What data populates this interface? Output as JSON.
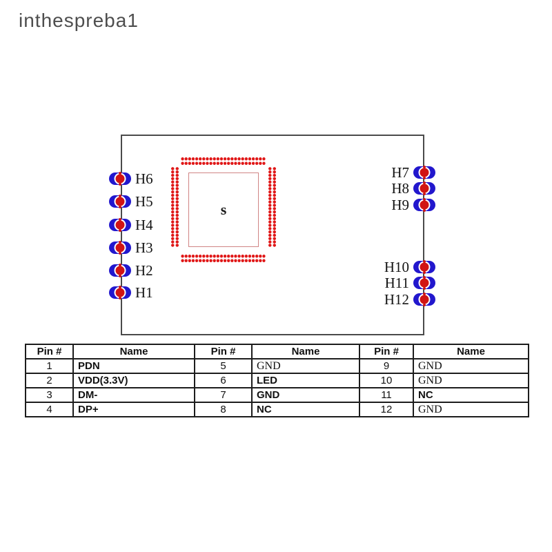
{
  "watermark": {
    "text": "inthespreba1"
  },
  "board": {
    "left_pads": [
      {
        "label": "H6"
      },
      {
        "label": "H5"
      },
      {
        "label": "H4"
      },
      {
        "label": "H3"
      },
      {
        "label": "H2"
      },
      {
        "label": "H1"
      }
    ],
    "right_pads": [
      {
        "label": "H7"
      },
      {
        "label": "H8"
      },
      {
        "label": "H9"
      },
      {
        "label": "H10"
      },
      {
        "label": "H11"
      },
      {
        "label": "H12"
      }
    ],
    "chip_center_label": "s",
    "colors": {
      "pin_red": "#e01717",
      "pad_blue": "#2217cd",
      "hole_red": "#d11414",
      "chip_outline": "#d08484",
      "board_line": "#4a4a4a",
      "watermark_gray": "#4e4e4e"
    }
  },
  "pin_table": {
    "headers": [
      "Pin #",
      "Name",
      "Pin #",
      "Name",
      "Pin #",
      "Name"
    ],
    "rows": [
      [
        "1",
        "PDN",
        "5",
        "GND",
        "9",
        "GND"
      ],
      [
        "2",
        "VDD(3.3V)",
        "6",
        "LED",
        "10",
        "GND"
      ],
      [
        "3",
        "DM-",
        "7",
        "GND",
        "11",
        "NC"
      ],
      [
        "4",
        "DP+",
        "8",
        "NC",
        "12",
        "GND"
      ]
    ],
    "serif_name_cells": [
      [
        0,
        3
      ],
      [
        0,
        5
      ],
      [
        1,
        5
      ],
      [
        3,
        5
      ]
    ]
  }
}
